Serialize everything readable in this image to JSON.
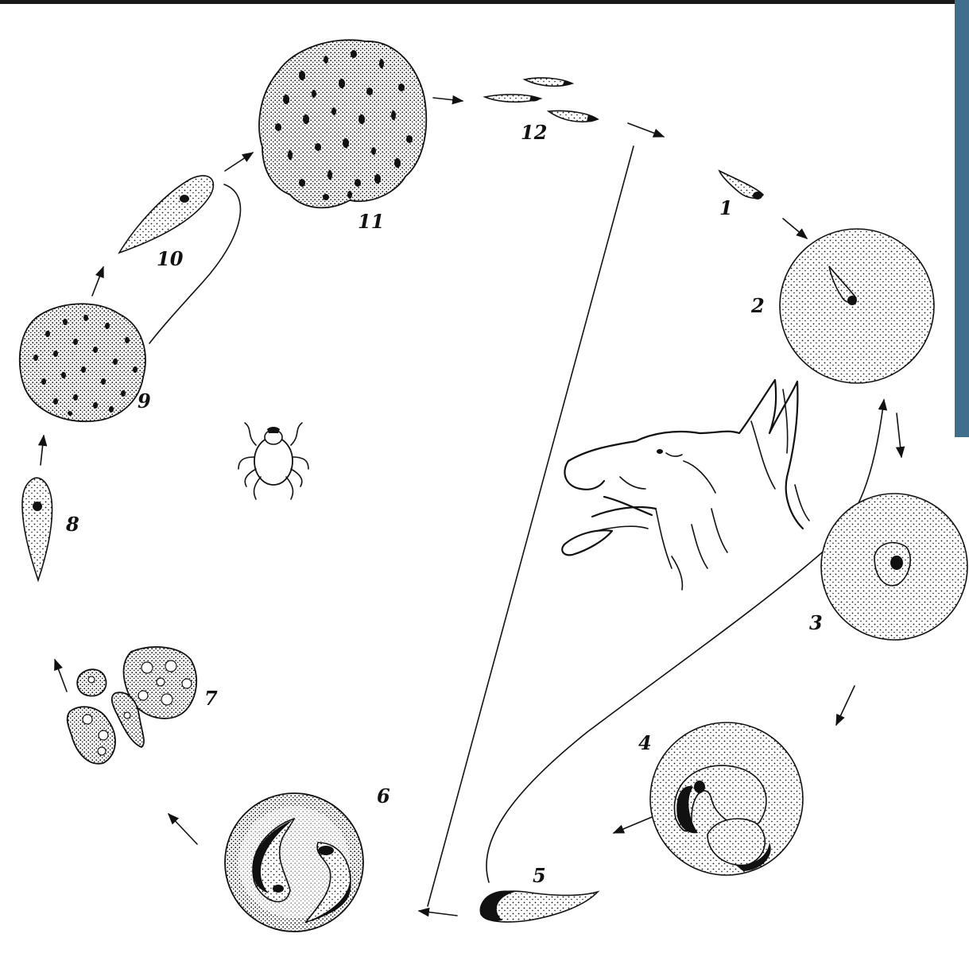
{
  "colors": {
    "ink": "#111111",
    "side_bar": "#3f6f8c",
    "top_line": "#1a1a1a",
    "paper": "#ffffff"
  },
  "stages": {
    "s1": "1",
    "s2": "2",
    "s3": "3",
    "s4": "4",
    "s5": "5",
    "s6": "6",
    "s7": "7",
    "s8": "8",
    "s9": "9",
    "s10": "10",
    "s11": "11",
    "s12": "12"
  },
  "icons": {
    "host": "dog-head-icon",
    "vector": "tick-icon"
  }
}
